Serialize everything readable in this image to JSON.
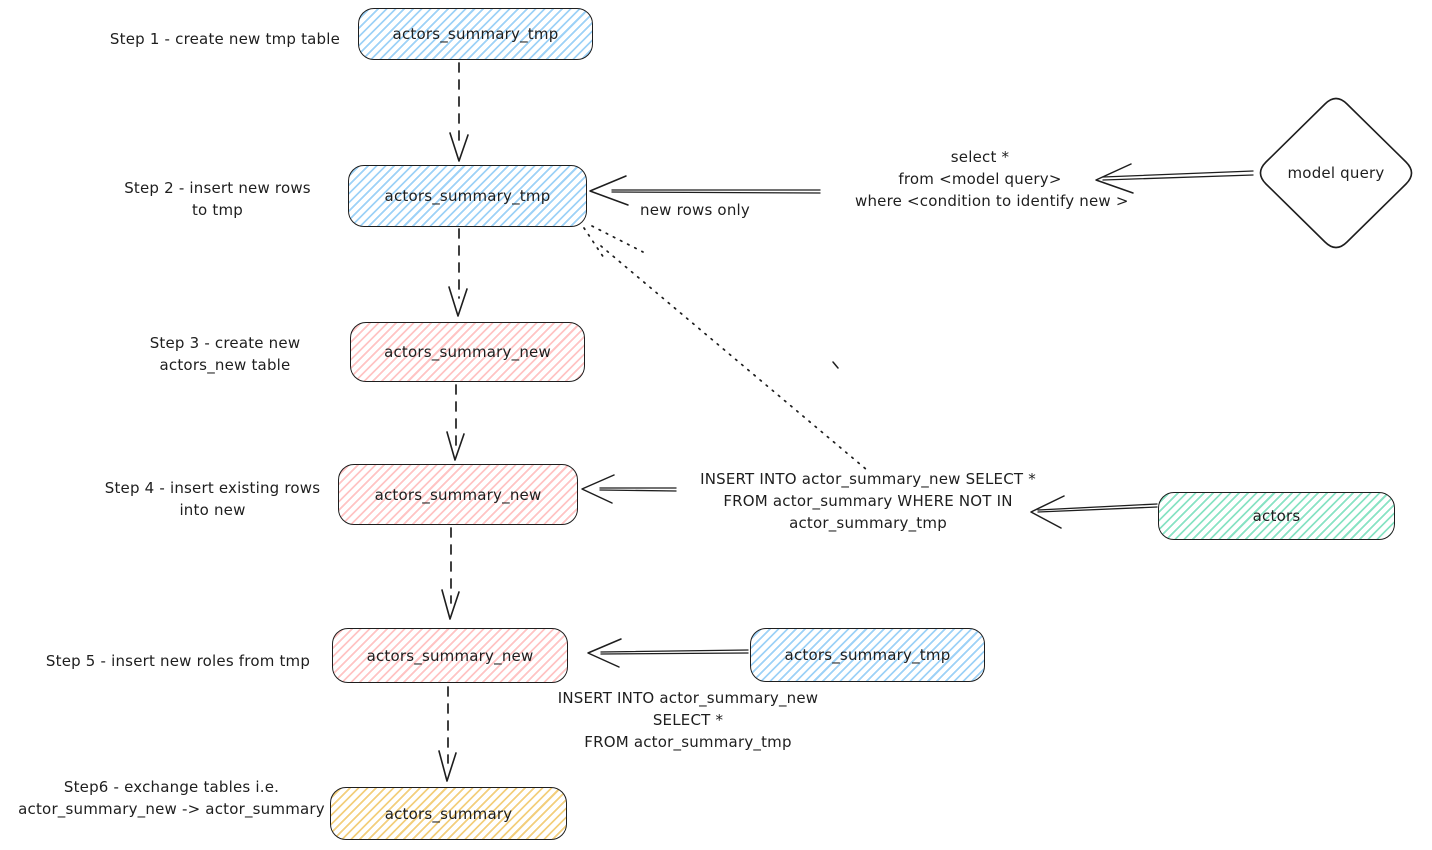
{
  "colors": {
    "stroke": "#1e1e1e",
    "blue_fill": "#9ed2f7",
    "pink_fill": "#ffc4c4",
    "green_fill": "#89e3c4",
    "yellow_fill": "#f3cf7d",
    "background": "#ffffff"
  },
  "steps": {
    "step1": {
      "label": "Step 1 - create new tmp table",
      "node": "actors_summary_tmp"
    },
    "step2": {
      "label_line1": "Step 2 - insert new rows",
      "label_line2": "to tmp",
      "node": "actors_summary_tmp"
    },
    "step3": {
      "label_line1": "Step 3 - create new",
      "label_line2": "actors_new table",
      "node": "actors_summary_new"
    },
    "step4": {
      "label_line1": "Step 4 - insert existing rows",
      "label_line2": "into new",
      "node": "actors_summary_new"
    },
    "step5": {
      "label": "Step 5 - insert new roles from tmp",
      "node": "actors_summary_new"
    },
    "step6": {
      "label_line1": "Step6 - exchange tables i.e.",
      "label_line2": "actor_summary_new -> actor_summary",
      "node": "actors_summary"
    }
  },
  "sources": {
    "model_query_node": "model query",
    "actors_node": "actors",
    "tmp_node": "actors_summary_tmp"
  },
  "annotations": {
    "query_line1": "select *",
    "query_line2": "from <model query>",
    "query_line3": "where <condition to identify new >",
    "new_rows_only": "new rows only",
    "insert_existing_line1": "INSERT INTO actor_summary_new SELECT *",
    "insert_existing_line2": "FROM actor_summary WHERE NOT IN",
    "insert_existing_line3": "actor_summary_tmp",
    "insert_from_tmp_line1": "INSERT INTO actor_summary_new",
    "insert_from_tmp_line2": "SELECT *",
    "insert_from_tmp_line3": "FROM actor_summary_tmp"
  }
}
